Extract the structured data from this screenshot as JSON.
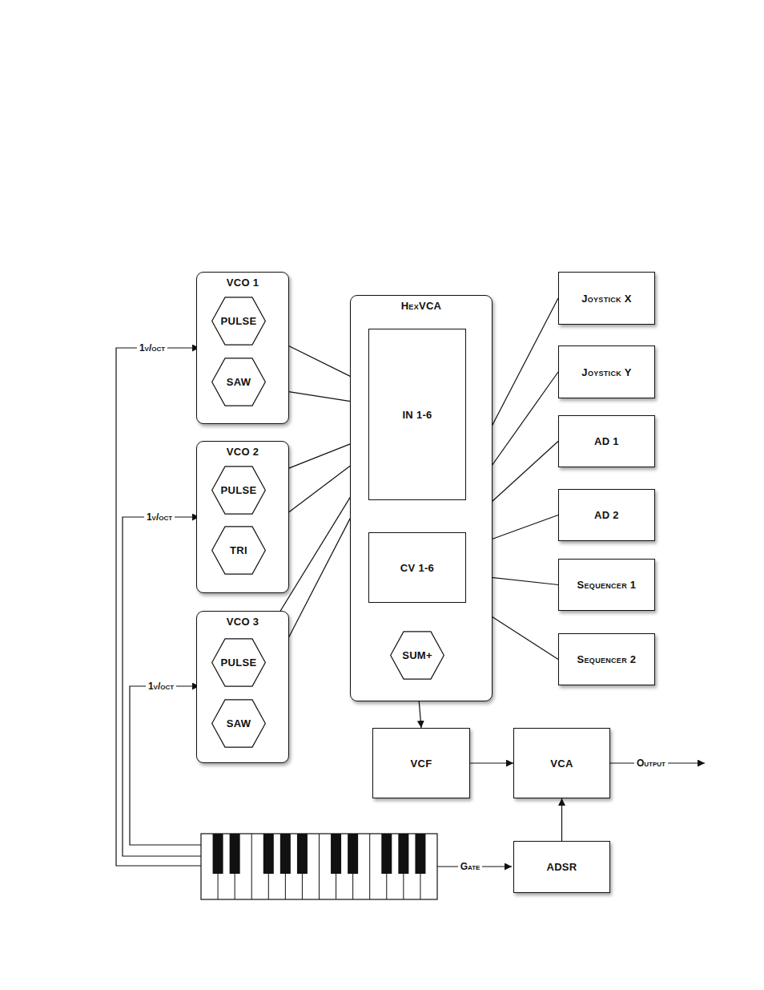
{
  "diagram": {
    "nodes": [
      {
        "text": [
          "VCO 1"
        ]
      },
      {
        "text": [
          "PULSE"
        ],
        "in": 0
      },
      {
        "text": [
          "SAW"
        ],
        "in": 0
      },
      {
        "text": [
          "VCO 2"
        ]
      },
      {
        "text": [
          "PULSE"
        ],
        "in": 3
      },
      {
        "text": [
          "TRI"
        ],
        "in": 3
      },
      {
        "text": [
          "VCO 3"
        ]
      },
      {
        "text": [
          "PULSE"
        ],
        "in": 6
      },
      {
        "text": [
          "SAW"
        ],
        "in": 6
      },
      {
        "text": [
          "HexVCA"
        ]
      },
      {
        "text": [
          "IN 1-6"
        ],
        "in": 9
      },
      {
        "text": [
          "CV 1-6"
        ],
        "in": 9
      },
      {
        "text": [
          "SUM+"
        ],
        "in": 9
      },
      {
        "text": [
          "Joystick X"
        ]
      },
      {
        "text": [
          "Joystick Y"
        ]
      },
      {
        "text": [
          "AD 1"
        ]
      },
      {
        "text": [
          "AD 2"
        ]
      },
      {
        "text": [
          "Sequencer 1"
        ]
      },
      {
        "text": [
          "Sequencer 2"
        ]
      },
      {
        "text": [
          "VCF"
        ]
      },
      {
        "text": [
          "VCA"
        ]
      },
      {
        "text": [
          "ADSR"
        ]
      }
    ],
    "edges": [
      {
        "from": 1,
        "to": 10,
        "arrow": "to"
      },
      {
        "from": 2,
        "to": 10,
        "arrow": "to"
      },
      {
        "from": 4,
        "to": 10,
        "arrow": "to"
      },
      {
        "from": 5,
        "to": 10,
        "arrow": "to"
      },
      {
        "from": 7,
        "to": 10,
        "arrow": "to"
      },
      {
        "from": 8,
        "to": 10,
        "arrow": "to"
      },
      {
        "from": 13,
        "to": 11,
        "arrow": "to"
      },
      {
        "from": 14,
        "to": 11,
        "arrow": "to"
      },
      {
        "from": 15,
        "to": 11,
        "arrow": "to"
      },
      {
        "from": 16,
        "to": 11,
        "arrow": "to"
      },
      {
        "from": 17,
        "to": 11,
        "arrow": "to"
      },
      {
        "from": 18,
        "to": 11,
        "arrow": "to"
      },
      {
        "from": 12,
        "to": 19,
        "arrow": "to"
      },
      {
        "from": 19,
        "to": 20,
        "arrow": "to"
      },
      {
        "from": 21,
        "to": 20,
        "arrow": "to"
      }
    ],
    "labels": [
      "1v/oct",
      "1v/oct",
      "1v/oct",
      "Gate",
      "Output"
    ]
  }
}
